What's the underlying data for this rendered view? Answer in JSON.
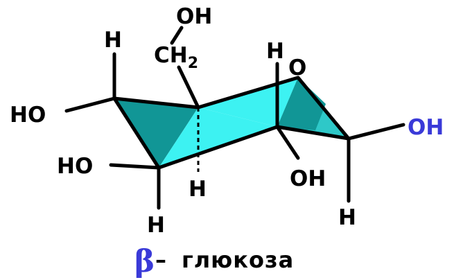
{
  "colors": {
    "ring_dark": "#119696",
    "ring_mid": "#2ec8c8",
    "ring_light": "#3df2f2",
    "accent_text": "#3a3ad8",
    "bond": "#000000"
  },
  "atoms": {
    "c4_h": "H",
    "c4_oh": "HO",
    "c3_oh": "HO",
    "c3_h": "H",
    "c5_h": "H",
    "ch2_oh": "OH",
    "ch2_c": "CH",
    "ch2_sub": "2",
    "c2_h": "H",
    "c2_oh": "OH",
    "ring_o": "O",
    "c1_h": "H",
    "c1_oh": "OH"
  },
  "caption": {
    "greek": "β",
    "dash": "–",
    "word": "глюкоза"
  }
}
